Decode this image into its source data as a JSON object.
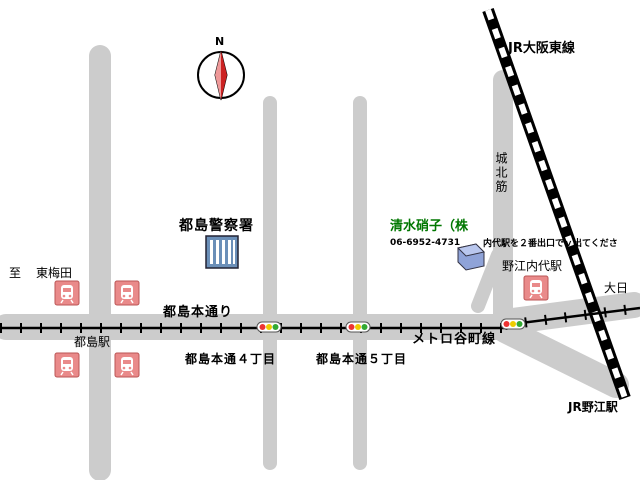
{
  "compass": {
    "north_label": "N"
  },
  "railways": {
    "jr_osaka_higashi": "JR大阪東線",
    "jr_noe": "JR野江駅"
  },
  "roads": {
    "miyakojima_hondori": "都島本通り",
    "shirokita_suji": "城北筋"
  },
  "metro": {
    "line": "メトロ谷町線"
  },
  "stations": {
    "miyakojima": "都島駅",
    "noe_uchindai": "野江内代駅"
  },
  "direction_labels": {
    "to_prefix": "至",
    "umeda": "東梅田",
    "daito": "大日"
  },
  "intersections": {
    "chome4": "都島本通４丁目",
    "chome5": "都島本通５丁目"
  },
  "landmarks": {
    "police": "都島警察署"
  },
  "company": {
    "name": "清水硝子（株",
    "phone": "06-6952-4731",
    "note": "内代駅を２番出口でｖ出てくださ"
  },
  "colors": {
    "road": "#cccccc",
    "rail": "#000000",
    "company_name": "#007700",
    "compass_red": "#cc2222",
    "station_icon": "#e98a8a"
  }
}
